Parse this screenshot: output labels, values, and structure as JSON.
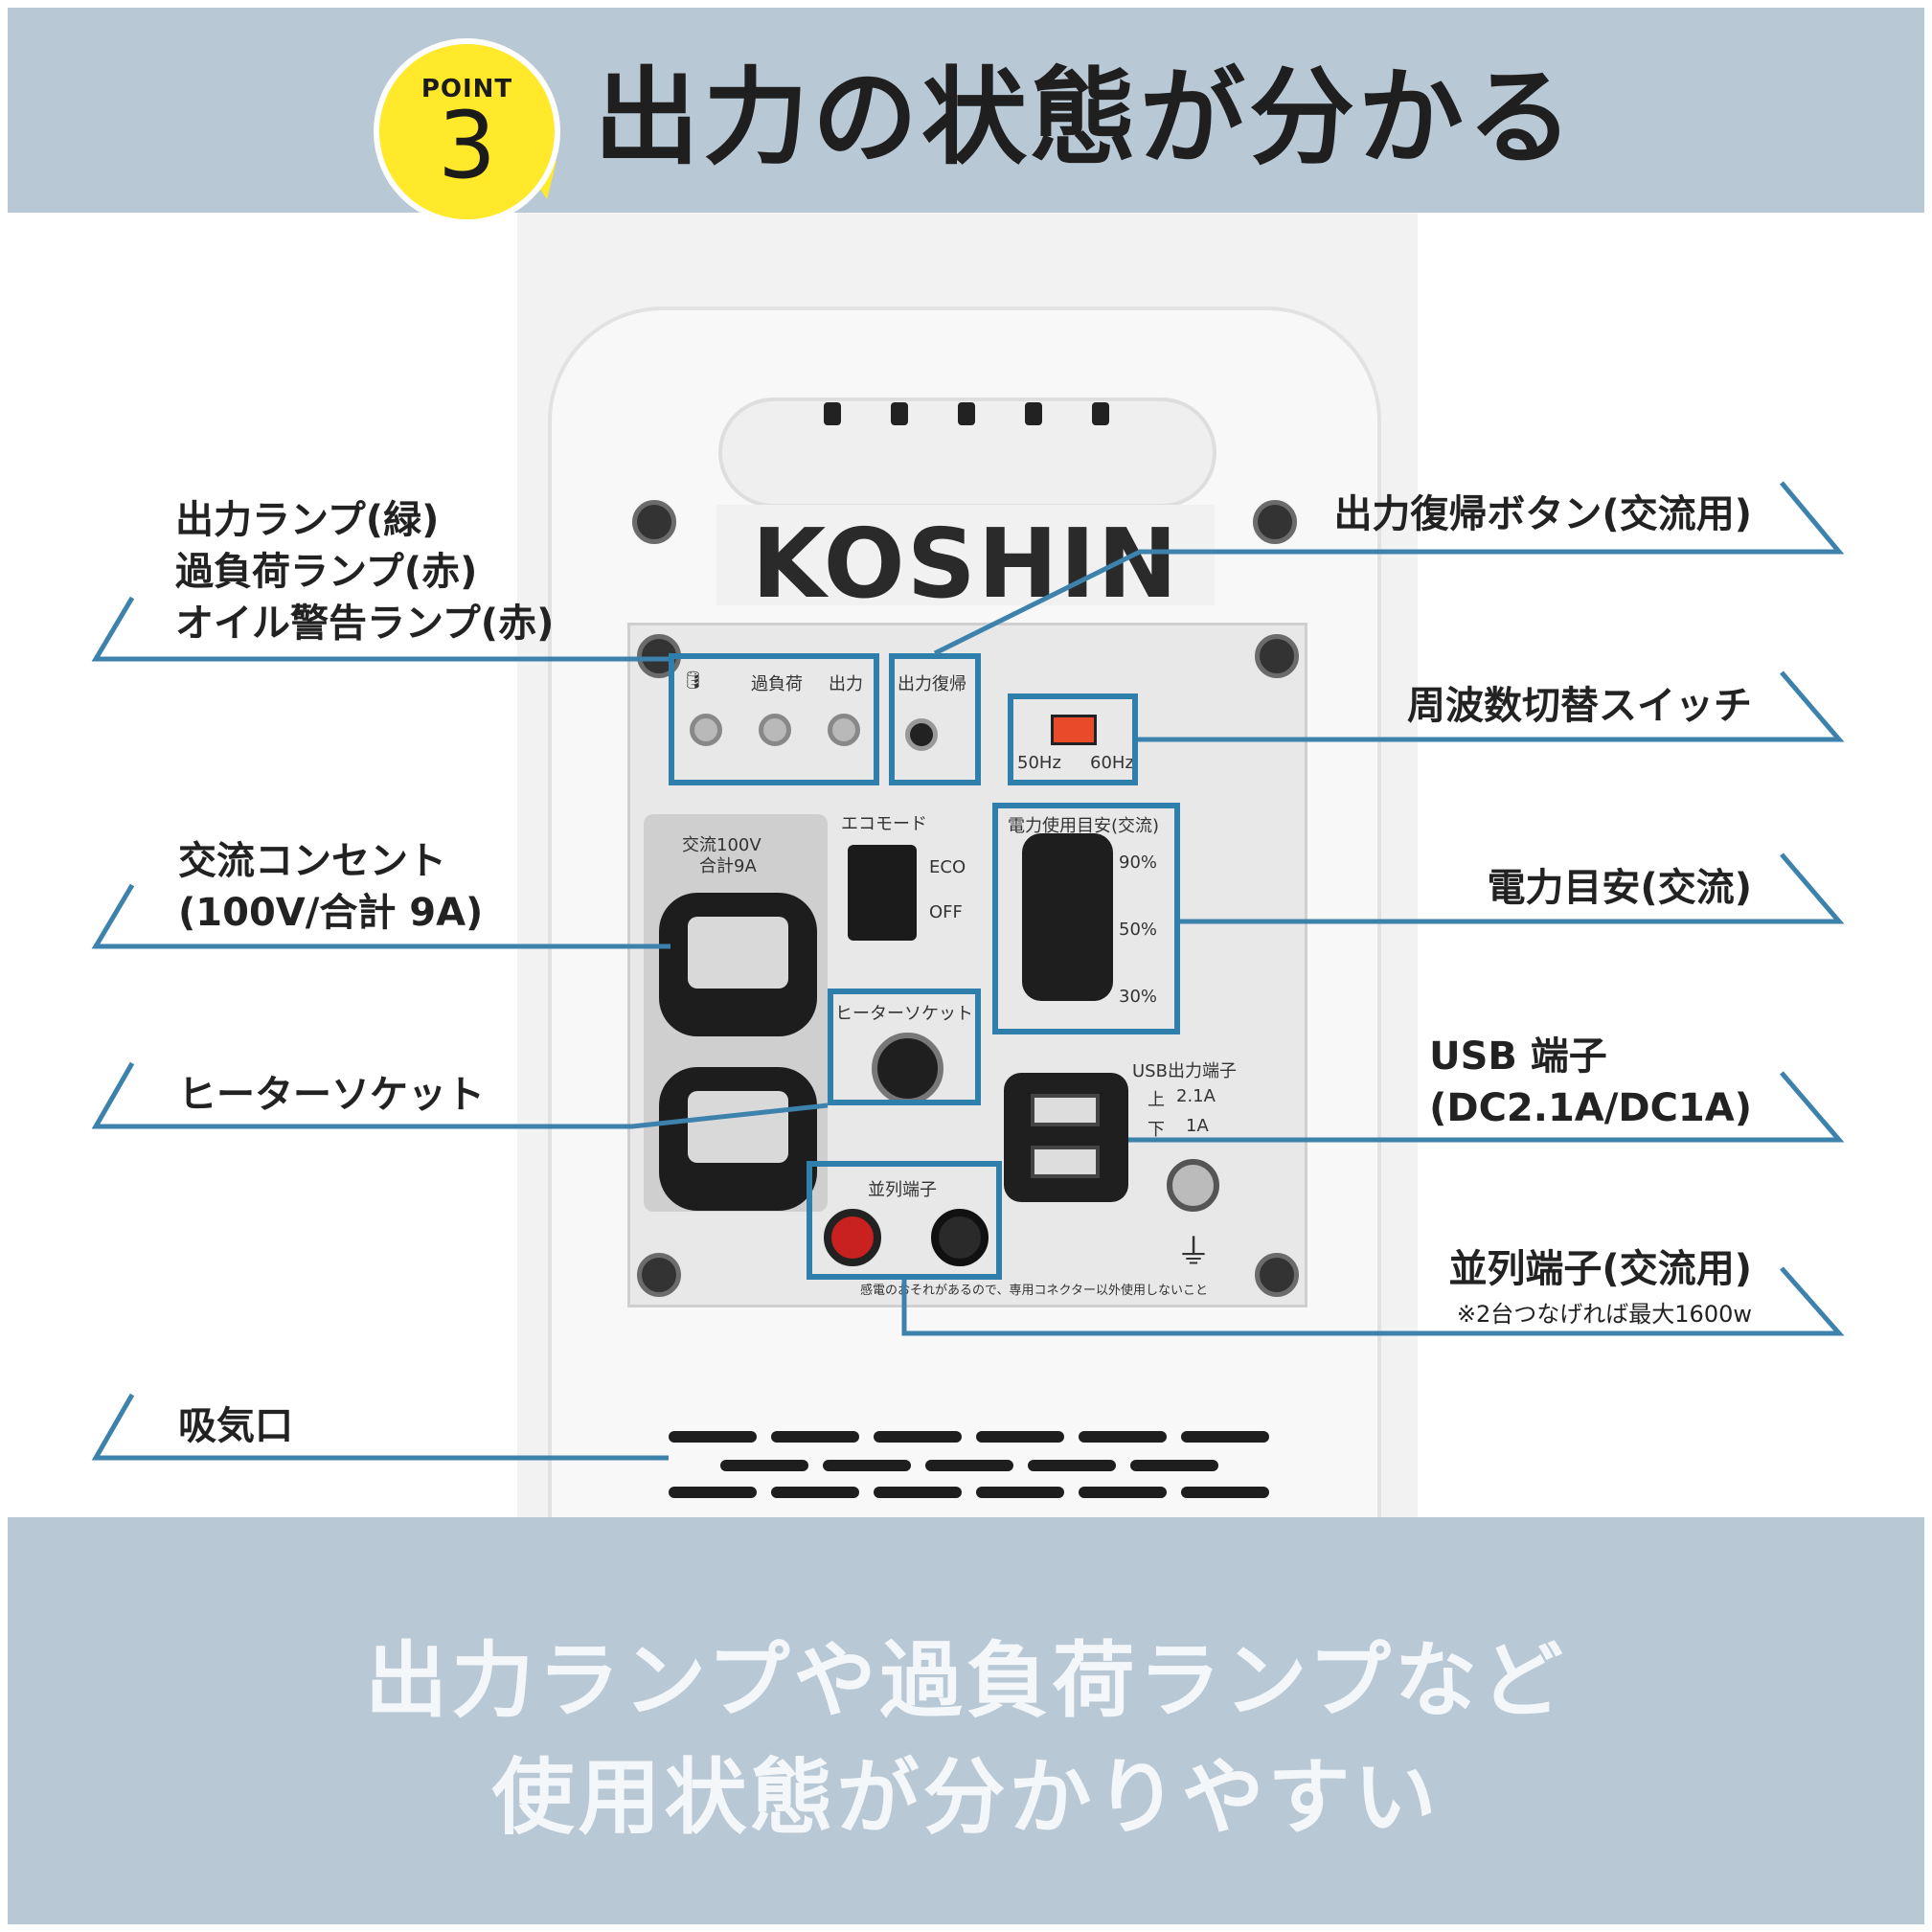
{
  "header": {
    "badge_point": "POINT",
    "badge_number": "3",
    "title": "出力の状態が分かる",
    "colors": {
      "band": "#b8c8d4",
      "badge": "#ffe92a",
      "line": "#3c82ad"
    }
  },
  "device": {
    "brand": "KOSHIN",
    "panel_labels": {
      "overload": "過負荷",
      "output": "出力",
      "reset": "出力復帰",
      "hz50": "50Hz",
      "hz60": "60Hz",
      "ac_outlet_line1": "交流100V",
      "ac_outlet_line2": "合計9A",
      "eco_mode": "エコモード",
      "eco": "ECO",
      "off": "OFF",
      "power_gauge": "電力使用目安(交流)",
      "p90": "90%",
      "p50": "50%",
      "p30": "30%",
      "heater_socket": "ヒーターソケット",
      "usb_output": "USB出力端子",
      "usb_upper": "上",
      "usb_upper_val": "2.1A",
      "usb_lower": "下",
      "usb_lower_val": "1A",
      "parallel": "並列端子",
      "warning": "感電のおそれがあるので、専用コネクター以外使用しないこと"
    }
  },
  "callouts": {
    "lamps_line1": "出力ランプ(緑)",
    "lamps_line2": "過負荷ランプ(赤)",
    "lamps_line3": "オイル警告ランプ(赤)",
    "ac_outlet_line1": "交流コンセント",
    "ac_outlet_line2": "(100V/合計 9A)",
    "heater": "ヒーターソケット",
    "intake": "吸気口",
    "reset_button": "出力復帰ボタン(交流用)",
    "freq_switch": "周波数切替スイッチ",
    "power_gauge": "電力目安(交流)",
    "usb_line1": "USB 端子",
    "usb_line2": "(DC2.1A/DC1A)",
    "parallel": "並列端子(交流用)",
    "parallel_note": "※2台つなげれば最大1600w"
  },
  "footer": {
    "line1": "出力ランプや過負荷ランプなど",
    "line2": "使用状態が分かりやすい"
  }
}
